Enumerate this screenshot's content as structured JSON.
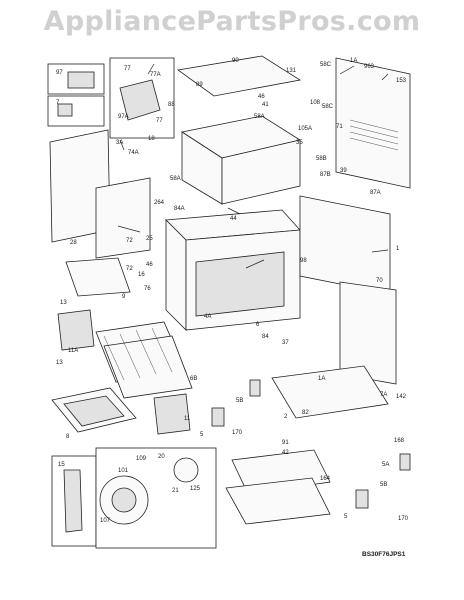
{
  "watermark": "AppliancePartsPros.com",
  "diagram_code": "BS30F76JPS1",
  "labels": [
    "963",
    "1A",
    "153",
    "58C",
    "131",
    "90",
    "97",
    "77",
    "77A",
    "89",
    "7",
    "97A",
    "77",
    "58A",
    "108",
    "46",
    "88",
    "18",
    "58B",
    "3A",
    "74A",
    "58A",
    "264",
    "72",
    "84A",
    "25",
    "46",
    "16",
    "28",
    "72",
    "1",
    "44",
    "4A",
    "9",
    "76",
    "13",
    "39",
    "11A",
    "11",
    "13",
    "35",
    "6B",
    "8",
    "5",
    "7A",
    "2",
    "170",
    "170",
    "107",
    "101",
    "109",
    "20",
    "21",
    "125",
    "42",
    "41",
    "164",
    "98",
    "5",
    "37",
    "84",
    "71",
    "70",
    "1A",
    "87A",
    "87B",
    "58C",
    "105A",
    "6",
    "5B",
    "5B",
    "82",
    "91",
    "142",
    "168",
    "15",
    "5A"
  ]
}
